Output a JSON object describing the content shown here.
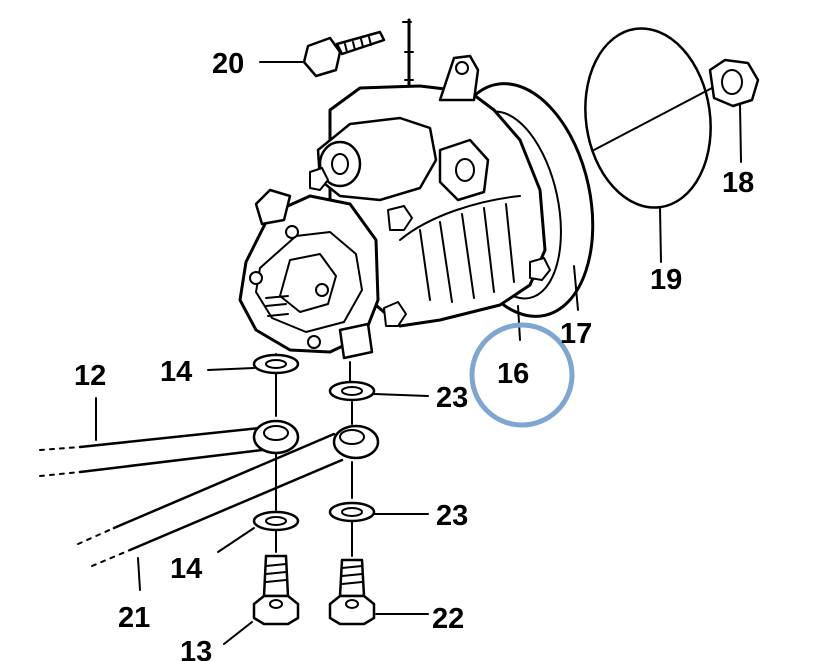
{
  "diagram": {
    "highlight_color": "#7ea6d3",
    "line_color": "#000000",
    "highlighted_callout": "16",
    "callouts": {
      "c20": "20",
      "c18": "18",
      "c19": "19",
      "c17": "17",
      "c16": "16",
      "c12": "12",
      "c14a": "14",
      "c23a": "23",
      "c23b": "23",
      "c14b": "14",
      "c21": "21",
      "c22": "22",
      "c13": "13"
    }
  }
}
